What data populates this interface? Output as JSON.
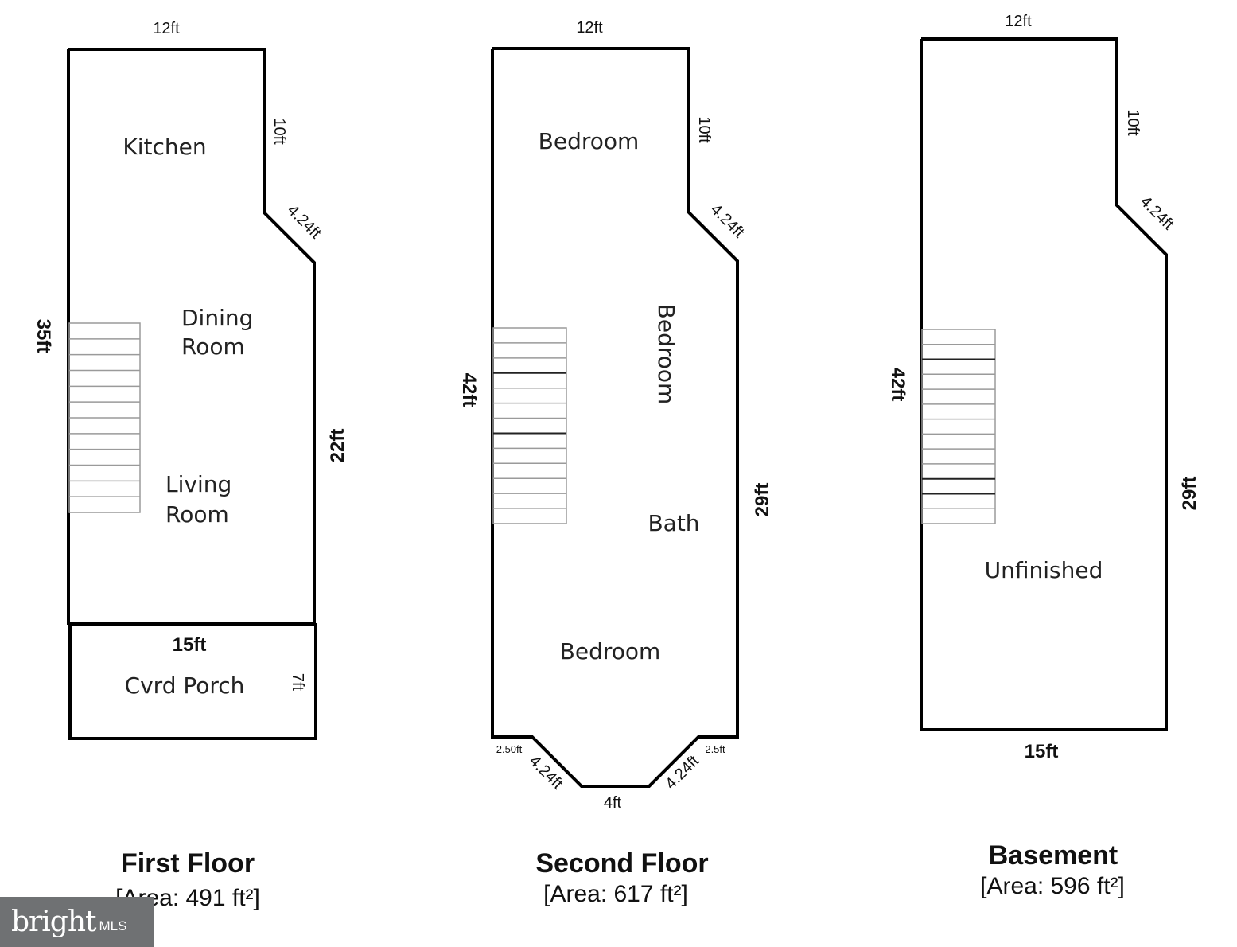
{
  "floors": [
    {
      "title": "First Floor",
      "area": "[Area: 491 ft²]",
      "rooms": [
        "Kitchen",
        "Dining",
        "Room",
        "Living",
        "Room",
        "Cvrd Porch"
      ],
      "dims": {
        "top": "12ft",
        "upper_right": "10ft",
        "diagonal": "4.24ft",
        "left": "35ft",
        "right": "22ft",
        "porch_top": "15ft",
        "porch_right": "7ft"
      }
    },
    {
      "title": "Second Floor",
      "area": "[Area: 617 ft²]",
      "rooms": [
        "Bedroom",
        "Bedroom",
        "Bath",
        "Bedroom"
      ],
      "dims": {
        "top": "12ft",
        "upper_right": "10ft",
        "diagonal": "4.24ft",
        "left": "42ft",
        "right": "29ft",
        "bottom_left_short": "2.50ft",
        "bottom_left_diag": "4.24ft",
        "bottom": "4ft",
        "bottom_right_diag": "4.24ft",
        "bottom_right_short": "2.5ft"
      }
    },
    {
      "title": "Basement",
      "area": "[Area: 596 ft²]",
      "rooms": [
        "Unfinished"
      ],
      "dims": {
        "top": "12ft",
        "upper_right": "10ft",
        "diagonal": "4.24ft",
        "left": "42ft",
        "right": "29ft",
        "bottom": "15ft"
      }
    }
  ],
  "watermark": {
    "word": "bright",
    "suffix": "MLS"
  }
}
